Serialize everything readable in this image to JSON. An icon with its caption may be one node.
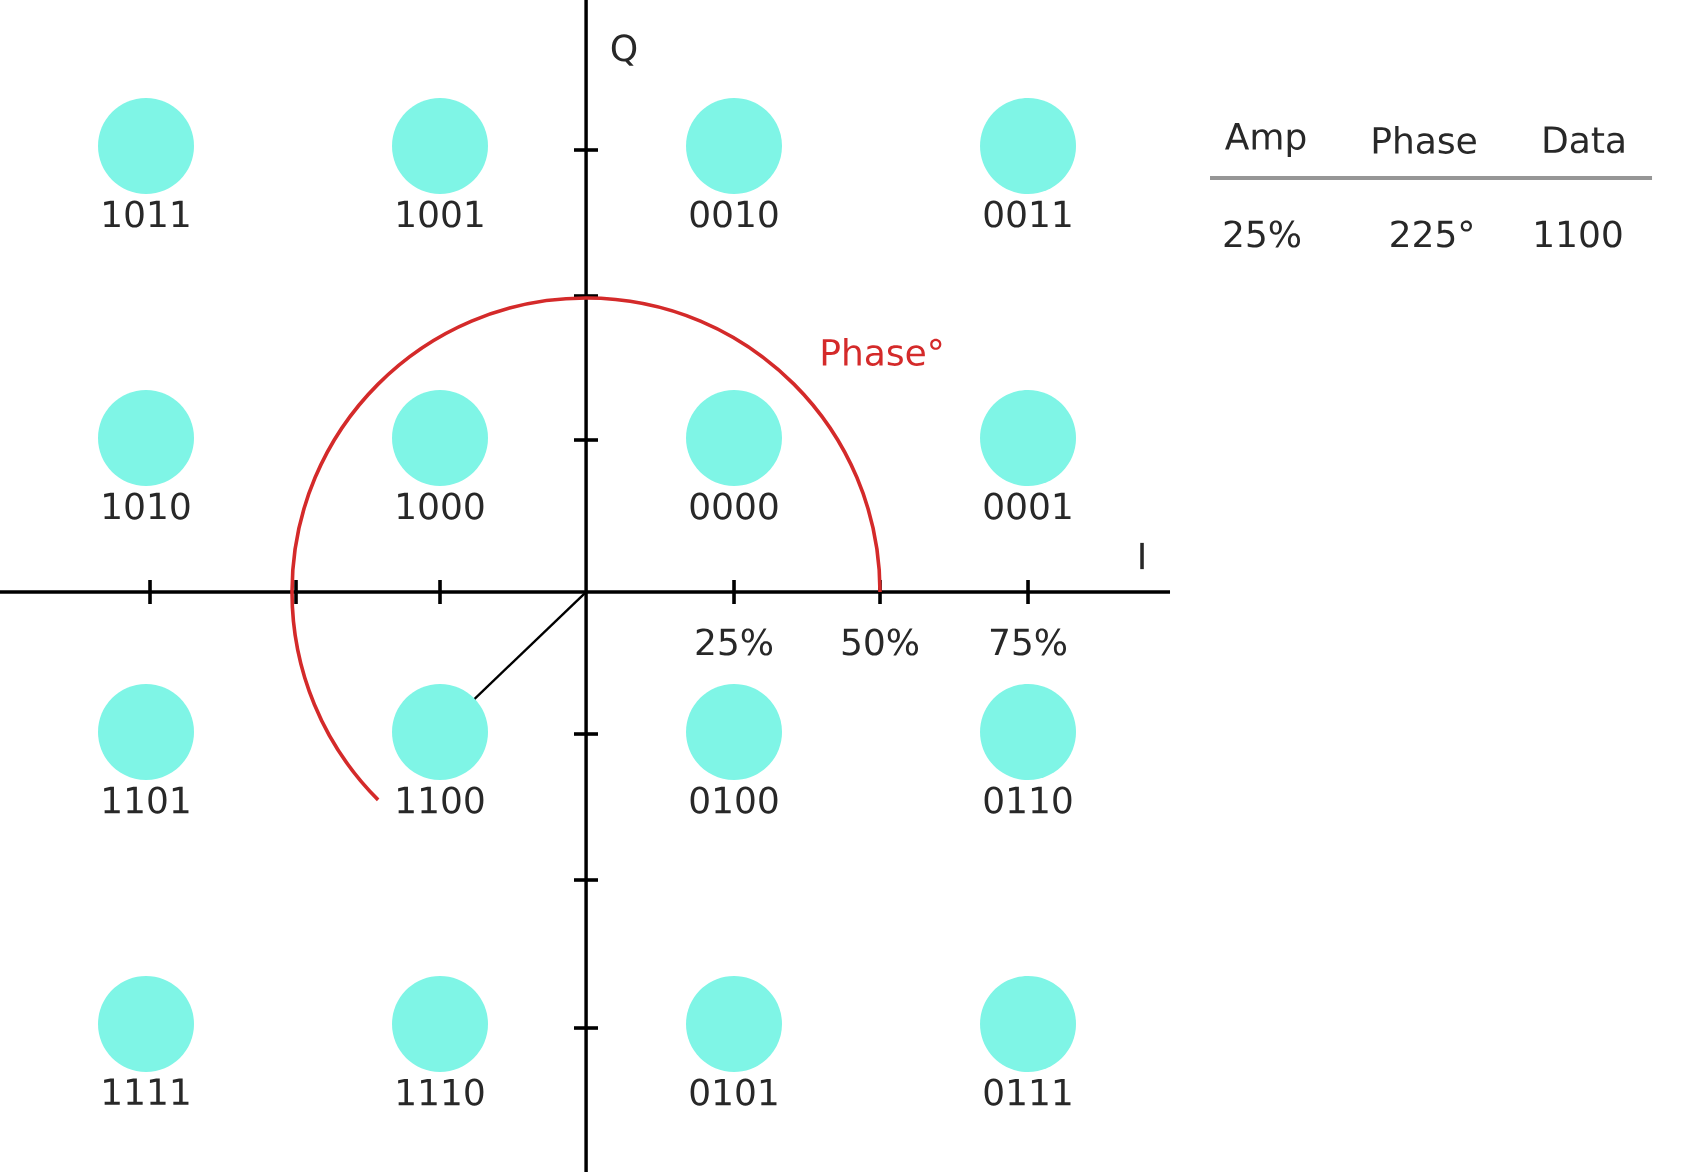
{
  "diagram": {
    "nodes": [
      {
        "text": [
          "1011"
        ]
      },
      {
        "text": [
          "1001"
        ]
      },
      {
        "text": [
          "0010"
        ]
      },
      {
        "text": [
          "0011"
        ]
      },
      {
        "text": [
          "1010"
        ]
      },
      {
        "text": [
          "1000"
        ]
      },
      {
        "text": [
          "0000"
        ]
      },
      {
        "text": [
          "0001"
        ]
      },
      {
        "text": [
          "1101"
        ]
      },
      {
        "text": [
          "1100"
        ]
      },
      {
        "text": [
          "0100"
        ]
      },
      {
        "text": [
          "0110"
        ]
      },
      {
        "text": [
          "1111"
        ]
      },
      {
        "text": [
          "1110"
        ]
      },
      {
        "text": [
          "0101"
        ]
      },
      {
        "text": [
          "0111"
        ]
      }
    ],
    "labels": [
      "Q",
      "Amp",
      "Phase",
      "Data",
      "25%",
      "225°",
      "1100",
      "Phase°",
      "I",
      "25%",
      "50%",
      "75%"
    ]
  }
}
